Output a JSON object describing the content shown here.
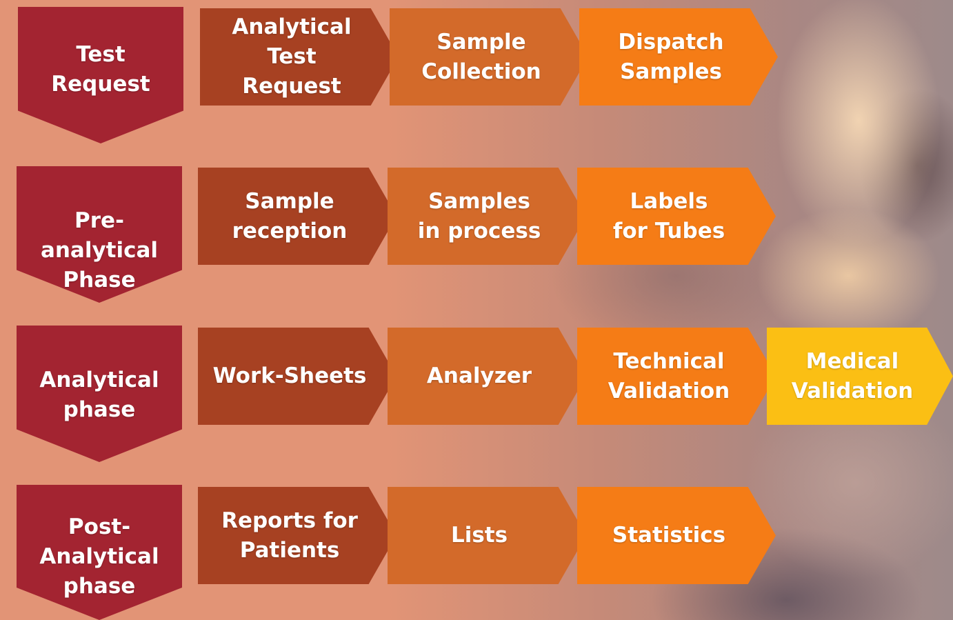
{
  "rows": [
    {
      "phase": "Test\nRequest",
      "steps": [
        "Analytical\nTest\nRequest",
        "Sample\nCollection",
        "Dispatch\nSamples"
      ]
    },
    {
      "phase": "Pre-analytical\nPhase",
      "steps": [
        "Sample\nreception",
        "Samples\nin process",
        "Labels\nfor Tubes"
      ]
    },
    {
      "phase": "Analytical\nphase",
      "steps": [
        "Work-Sheets",
        "Analyzer",
        "Technical\nValidation",
        "Medical\nValidation"
      ]
    },
    {
      "phase": "Post-Analytical\nphase",
      "steps": [
        "Reports for\nPatients",
        "Lists",
        "Statistics"
      ]
    }
  ],
  "colors": {
    "phase": "#a32431",
    "step_1": "#a74122",
    "step_2": "#d36a2a",
    "step_3": "#f57c16",
    "step_4": "#fbbf14"
  }
}
